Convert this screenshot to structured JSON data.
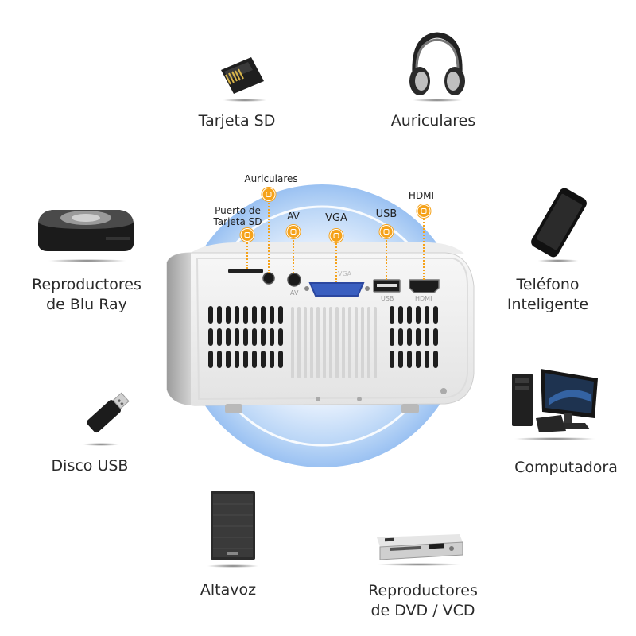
{
  "devices": {
    "sd_card": "Tarjeta SD",
    "headphones": "Auriculares",
    "bluray": [
      "Reproductores",
      "de Blu Ray"
    ],
    "smartphone": [
      "Teléfono",
      "Inteligente"
    ],
    "usb_disk": "Disco USB",
    "computer": "Computadora",
    "speaker": "Altavoz",
    "dvd": [
      "Reproductores",
      "de DVD / VCD"
    ]
  },
  "ports": {
    "headphones": "Auriculares",
    "sd_slot": [
      "Puerto de",
      "Tarjeta SD"
    ],
    "av": "AV",
    "vga": "VGA",
    "usb": "USB",
    "hdmi": "HDMI"
  },
  "projector_print": {
    "vga": "VGA",
    "av": "AV",
    "usb": "USB",
    "hdmi": "HDMI"
  },
  "colors": {
    "accent": "#f5a21a",
    "halo": "#cfe3fb",
    "ring": "#9ec4f3"
  }
}
